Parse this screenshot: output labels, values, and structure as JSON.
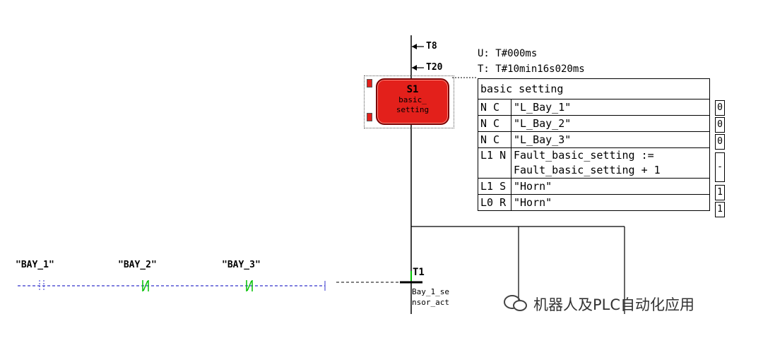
{
  "step": {
    "name": "S1",
    "comment_line1": "basic_",
    "comment_line2": "setting"
  },
  "jumps": [
    {
      "label": "T8"
    },
    {
      "label": "T20"
    }
  ],
  "timing": {
    "u": "U: T#000ms",
    "t": "T: T#10min16s020ms"
  },
  "action_table": {
    "header": "basic setting",
    "rows": [
      {
        "qualifier": "N C",
        "action": "\"L_Bay_1\"",
        "state": "0"
      },
      {
        "qualifier": "N C",
        "action": "\"L_Bay_2\"",
        "state": "0"
      },
      {
        "qualifier": "N C",
        "action": "\"L_Bay_3\"",
        "state": "0"
      },
      {
        "qualifier": "L1 N",
        "action_line1": "Fault_basic_setting :=",
        "action_line2": "Fault_basic_setting + 1",
        "state": "-"
      },
      {
        "qualifier": "L1 S",
        "action": "\"Horn\"",
        "state": "1"
      },
      {
        "qualifier": "L0 R",
        "action": "\"Horn\"",
        "state": "1"
      }
    ]
  },
  "contacts": [
    {
      "label": "\"BAY_1\""
    },
    {
      "label": "\"BAY_2\""
    },
    {
      "label": "\"BAY_3\""
    }
  ],
  "transition": {
    "name": "T1",
    "cond_line1": "Bay_1_se",
    "cond_line2": "nsor_act"
  },
  "watermark": {
    "text": "机器人及PLC自动化应用"
  },
  "colors": {
    "step_active": "#e3201b",
    "contact_on": "#00c000",
    "wire_dashed": "#3333cc"
  }
}
